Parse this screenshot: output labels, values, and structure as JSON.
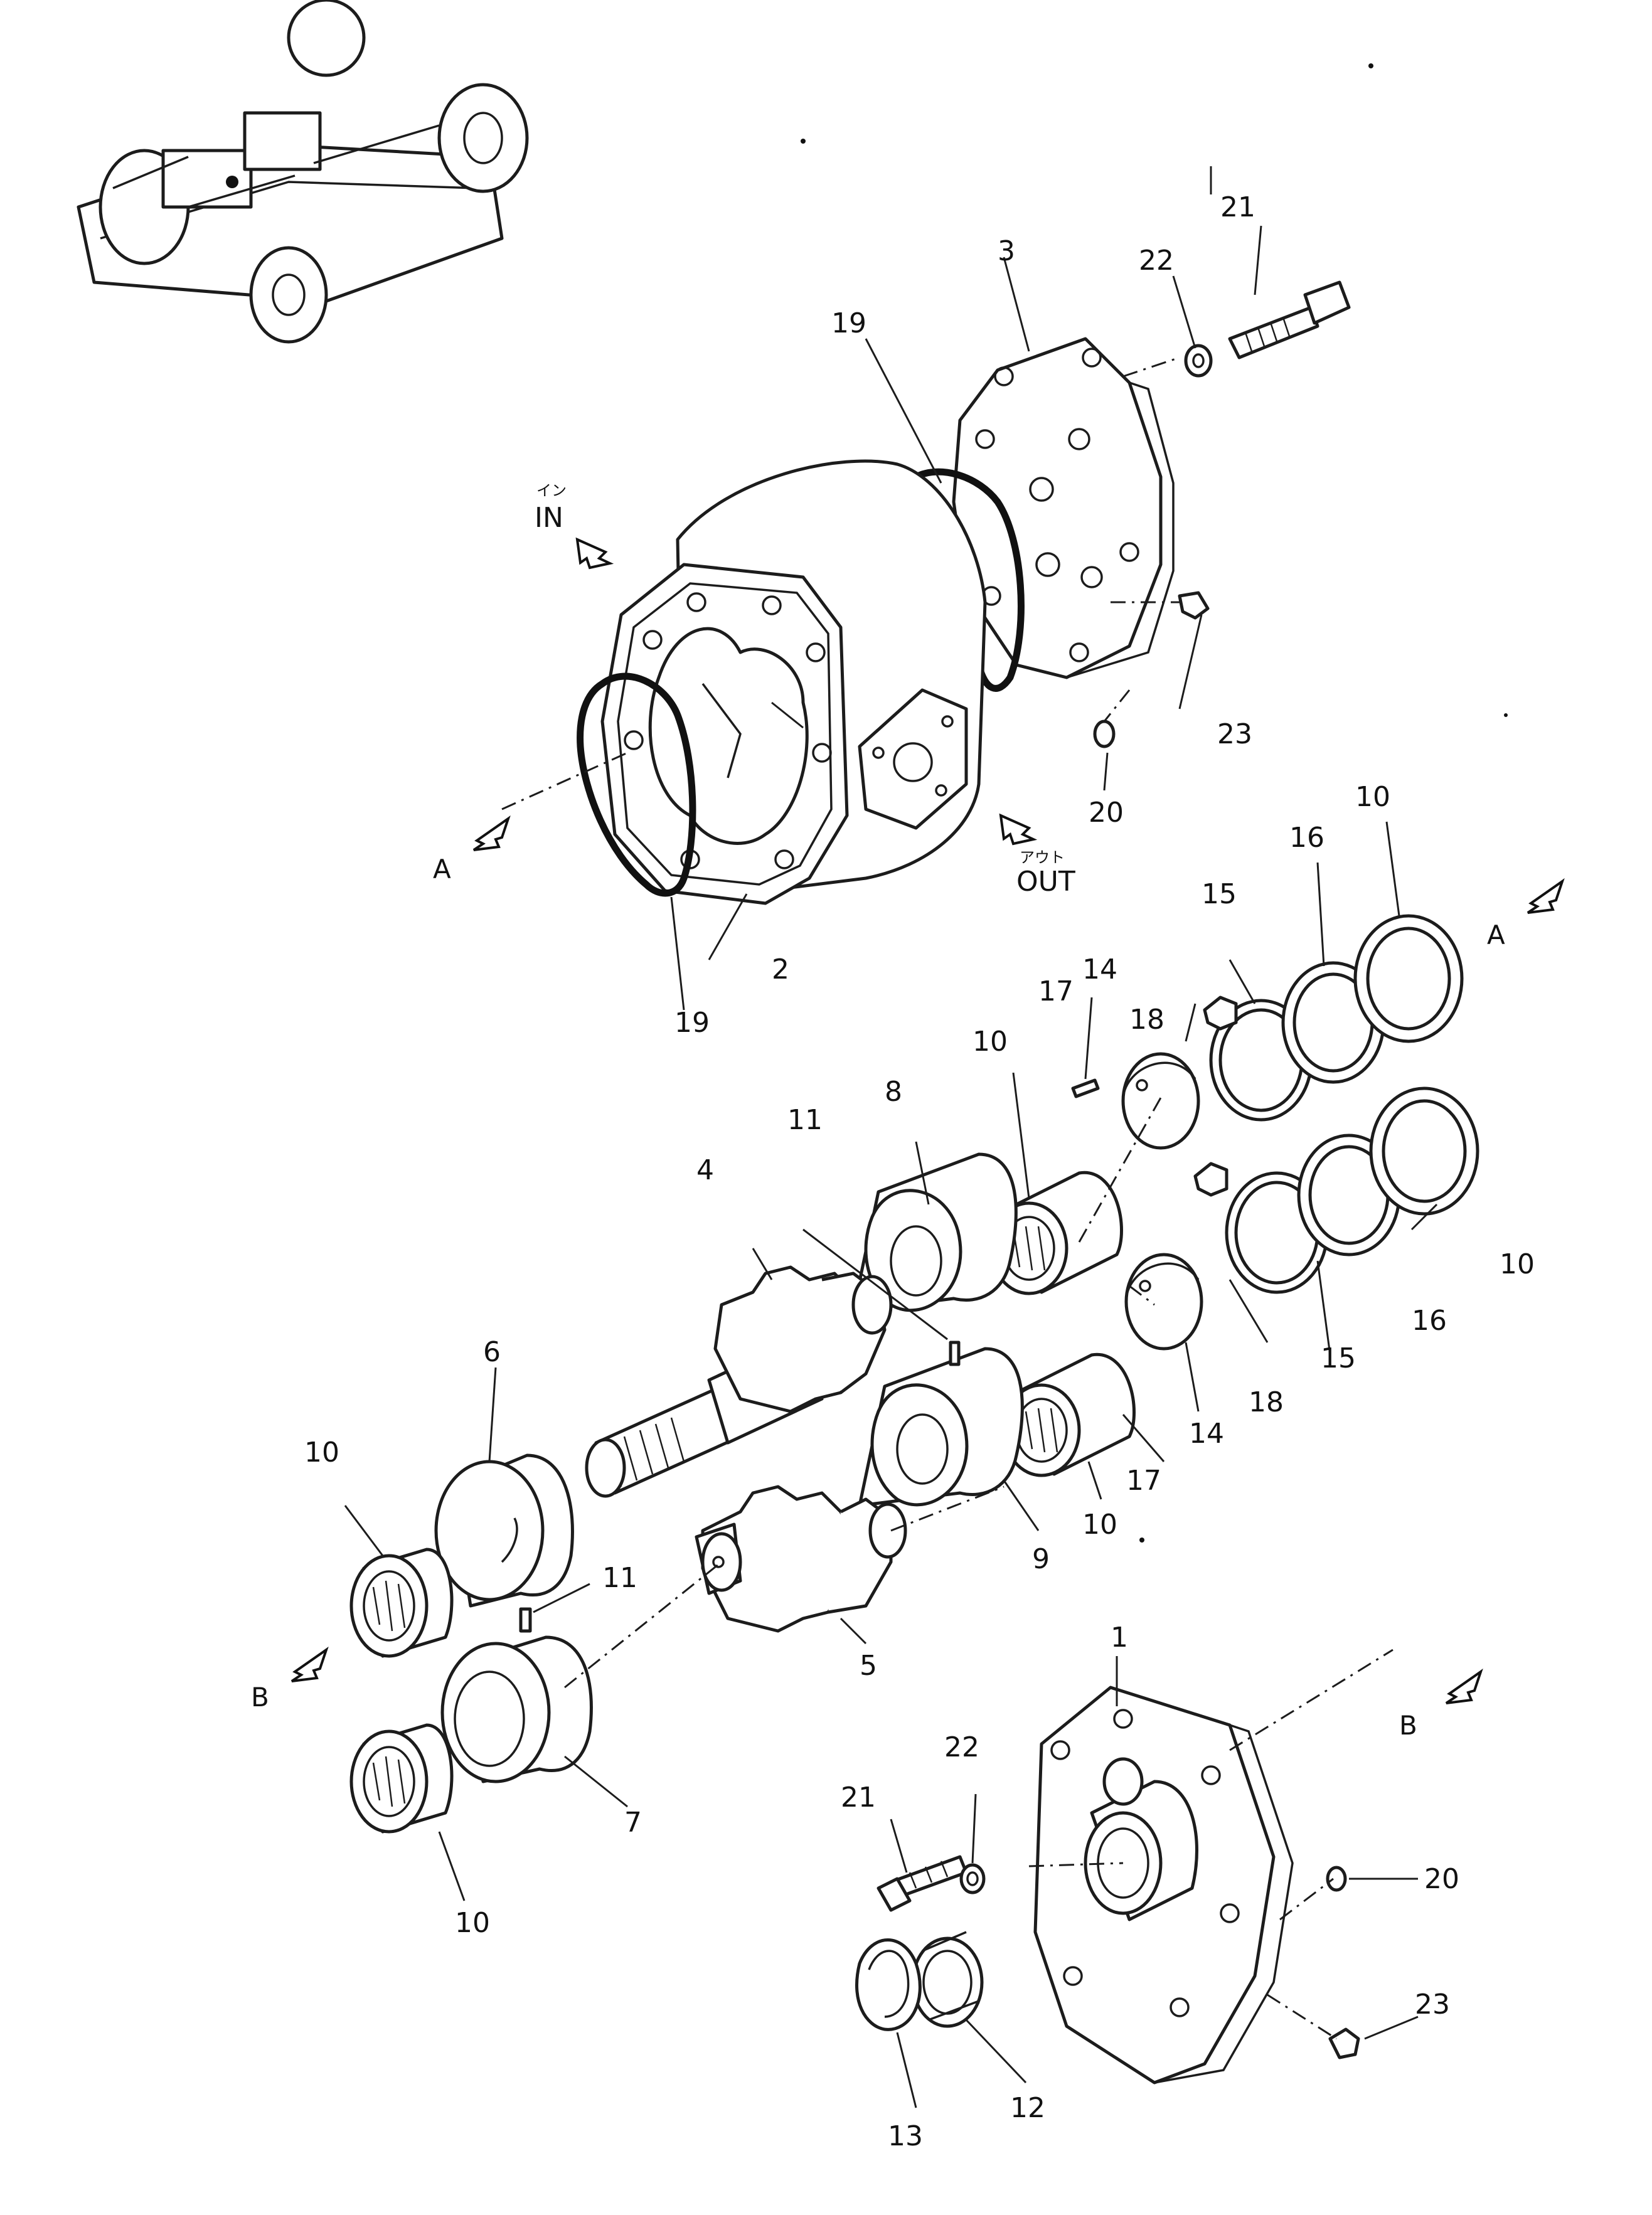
{
  "labels": {
    "p1": "1",
    "p2": "2",
    "p3": "3",
    "p4": "4",
    "p5": "5",
    "p6": "6",
    "p7": "7",
    "p8": "8",
    "p9": "9",
    "p10a": "10",
    "p10b": "10",
    "p10c": "10",
    "p10d": "10",
    "p10e": "10",
    "p10f": "10",
    "p11a": "11",
    "p11b": "11",
    "p12": "12",
    "p13": "13",
    "p14a": "14",
    "p14b": "14",
    "p15a": "15",
    "p15b": "15",
    "p16a": "16",
    "p16b": "16",
    "p17a": "17",
    "p17b": "17",
    "p18a": "18",
    "p18b": "18",
    "p19a": "19",
    "p19b": "19",
    "p20a": "20",
    "p20b": "20",
    "p21a": "21",
    "p21b": "21",
    "p22a": "22",
    "p22b": "22",
    "p23a": "23",
    "p23b": "23",
    "in_kana": "イン",
    "in_label": "IN",
    "out_kana": "アウト",
    "out_label": "OUT",
    "view_a_left": "A",
    "view_a_right": "A",
    "view_b_left": "B",
    "view_b_right": "B"
  },
  "icons": {
    "vehicle": "vehicle-locator-icon",
    "flow_arrow": "flow-arrow-icon",
    "view_arrow": "view-arrow-icon"
  },
  "colors": {
    "ink": "#111111",
    "paper": "#ffffff"
  }
}
